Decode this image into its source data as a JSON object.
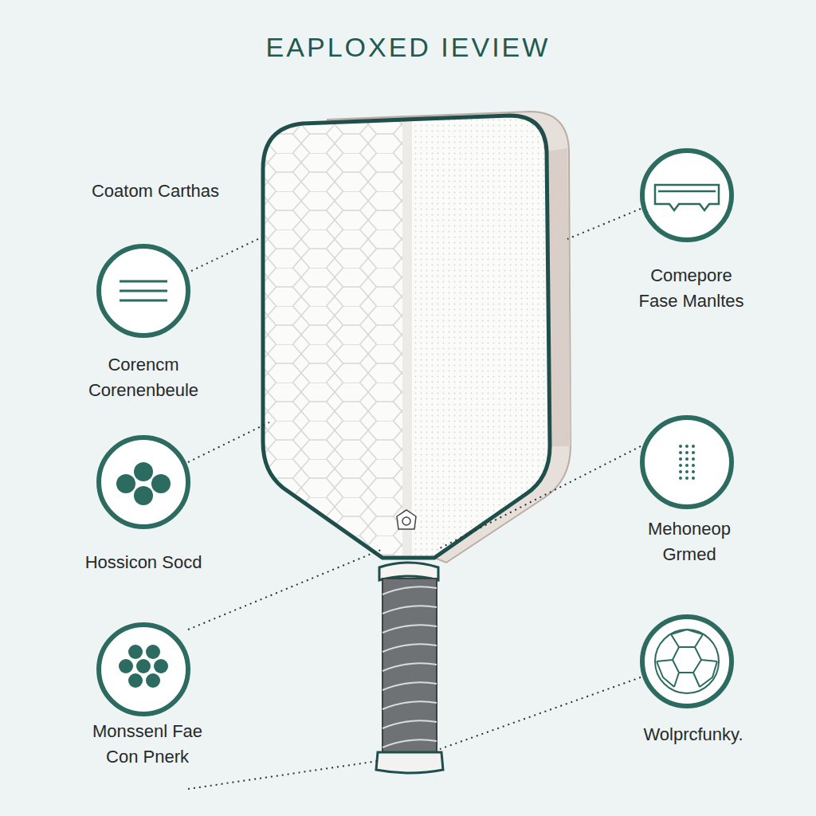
{
  "diagram": {
    "title": "EAPLOXED IEVIEW",
    "labels": [
      "Coatom Carthas",
      "Comepore Fase Manltes",
      "Corencm Corenenbeule",
      "Mehoneop Grmed",
      "Hossicon Socd",
      "Monssenl Fae Con Pnerk",
      "Wolprcfunky."
    ]
  }
}
